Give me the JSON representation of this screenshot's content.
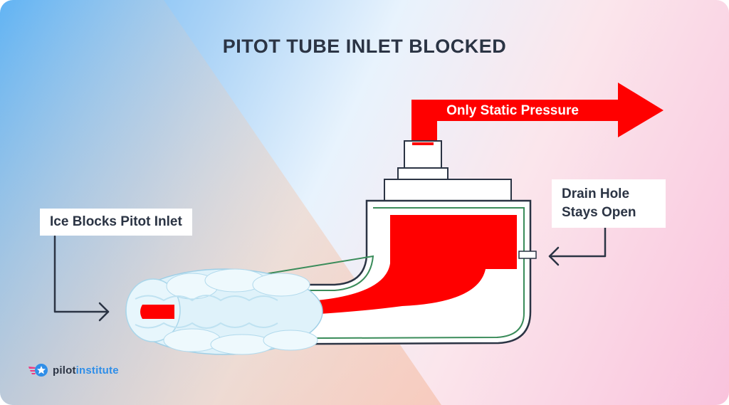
{
  "title": "PITOT TUBE INLET BLOCKED",
  "labels": {
    "ice": "Ice Blocks Pitot Inlet",
    "drain_line1": "Drain Hole",
    "drain_line2": "Stays Open",
    "static_arrow": "Only Static Pressure"
  },
  "brand": {
    "part1": "pilot",
    "part2": "institute",
    "logo_icon": "winged-star-icon"
  },
  "colors": {
    "pressure_red": "#ff0000",
    "tube_outline": "#2b3444",
    "inner_liner": "#3a8c5a",
    "title_text": "#2b3444",
    "brand_blue": "#2f8ee8",
    "brand_pink": "#ec3b83"
  }
}
